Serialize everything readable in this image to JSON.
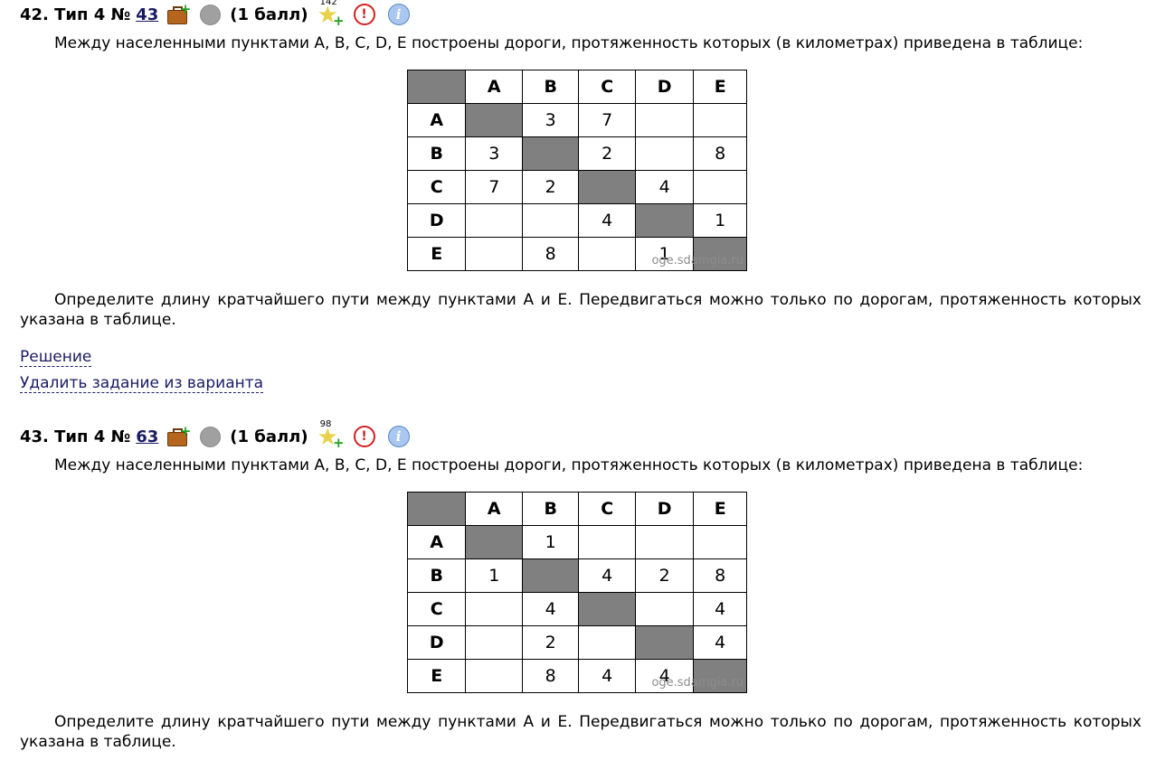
{
  "problems": [
    {
      "number_label": "42. Тип 4 №",
      "task_id": "43",
      "points_label": "(1 балл)",
      "star_count": "142",
      "icons": [
        "briefcase-add-icon",
        "status-circle-icon",
        "star-add-icon",
        "report-error-icon",
        "info-icon"
      ],
      "statement": "Между населенными пунктами A, B, C, D, E построены дороги, протяженность которых (в километрах) приведена в таблице:",
      "table": {
        "columns": [
          "A",
          "B",
          "C",
          "D",
          "E"
        ],
        "rows": [
          {
            "label": "A",
            "cells": [
              "",
              "3",
              "7",
              "",
              ""
            ]
          },
          {
            "label": "B",
            "cells": [
              "3",
              "",
              "2",
              "",
              "8"
            ]
          },
          {
            "label": "C",
            "cells": [
              "7",
              "2",
              "",
              "4",
              ""
            ]
          },
          {
            "label": "D",
            "cells": [
              "",
              "",
              "4",
              "",
              "1"
            ]
          },
          {
            "label": "E",
            "cells": [
              "",
              "8",
              "",
              "1",
              ""
            ]
          }
        ]
      },
      "watermark": "oge.sdamgia.ru",
      "question": "Определите длину кратчайшего пути между пунктами A и E. Передвигаться можно только по дорогам, протяженность которых указана в таблице.",
      "solution_link": "Решение",
      "remove_link": "Удалить задание из варианта"
    },
    {
      "number_label": "43. Тип 4 №",
      "task_id": "63",
      "points_label": "(1 балл)",
      "star_count": "98",
      "icons": [
        "briefcase-add-icon",
        "status-circle-icon",
        "star-add-icon",
        "report-error-icon",
        "info-icon"
      ],
      "statement": "Между населенными пунктами A, B, C, D, E построены дороги, протяженность которых (в километрах) приведена в таблице:",
      "table": {
        "columns": [
          "A",
          "B",
          "C",
          "D",
          "E"
        ],
        "rows": [
          {
            "label": "A",
            "cells": [
              "",
              "1",
              "",
              "",
              ""
            ]
          },
          {
            "label": "B",
            "cells": [
              "1",
              "",
              "4",
              "2",
              "8"
            ]
          },
          {
            "label": "C",
            "cells": [
              "",
              "4",
              "",
              "",
              "4"
            ]
          },
          {
            "label": "D",
            "cells": [
              "",
              "2",
              "",
              "",
              "4"
            ]
          },
          {
            "label": "E",
            "cells": [
              "",
              "8",
              "4",
              "4",
              ""
            ]
          }
        ]
      },
      "watermark": "oge.sdamgia.ru",
      "question": "Определите длину кратчайшего пути между пунктами A и E. Передвигаться можно только по дорогам, протяженность которых указана в таблице."
    }
  ]
}
